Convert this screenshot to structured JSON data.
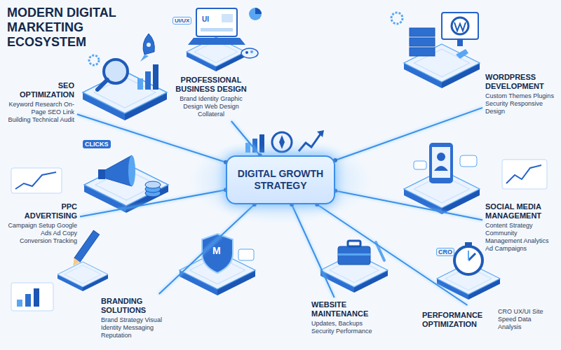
{
  "diagram": {
    "title": "MODERN DIGITAL MARKETING ECOSYSTEM",
    "nodes": [
      {
        "text": [
          "SEO OPTIMIZATION",
          "Keyword Research On-Page SEO Link Building Technical Audit"
        ]
      },
      {
        "text": [
          "PROFESSIONAL BUSINESS DESIGN",
          "Brand Identity Graphic Design Web Design Collateral"
        ]
      },
      {
        "text": [
          "WORDPRESS DEVELOPMENT",
          "Custom Themes Plugins Security Responsive Design"
        ]
      },
      {
        "text": [
          "DIGITAL GROWTH STRATEGY"
        ]
      },
      {
        "text": [
          "PPC ADVERTISING",
          "Campaign Setup Google Ads Ad Copy Conversion Tracking"
        ]
      },
      {
        "text": [
          "SOCIAL MEDIA MANAGEMENT",
          "Content Strategy Community Management Analytics Ad Campaigns"
        ]
      },
      {
        "text": [
          "BRANDING SOLUTIONS",
          "Brand Strategy Visual Identity Messaging Reputation"
        ]
      },
      {
        "text": [
          "WEBSITE MAINTENANCE",
          "Updates, Backups Security Performance"
        ]
      },
      {
        "text": [
          "PERFORMANCE OPTIMIZATION",
          "CRO UX/UI Site Speed Data Analysis"
        ]
      }
    ],
    "edges": [
      {
        "from": 3,
        "to": 0,
        "arrow": "none"
      },
      {
        "from": 3,
        "to": 1,
        "arrow": "none"
      },
      {
        "from": 3,
        "to": 2,
        "arrow": "none"
      },
      {
        "from": 3,
        "to": 4,
        "arrow": "none"
      },
      {
        "from": 3,
        "to": 5,
        "arrow": "none"
      },
      {
        "from": 3,
        "to": 6,
        "arrow": "none"
      },
      {
        "from": 3,
        "to": 7,
        "arrow": "none"
      },
      {
        "from": 3,
        "to": 8,
        "arrow": "none"
      }
    ],
    "labels": [
      "UI/UX",
      "UI",
      "CLICKS",
      "M",
      "CRO"
    ]
  }
}
